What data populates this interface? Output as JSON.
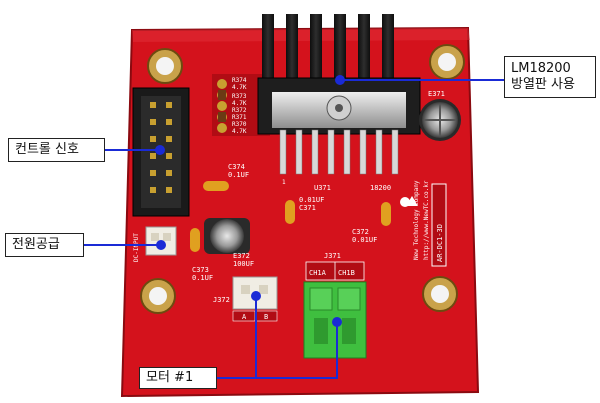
{
  "callouts": {
    "heatsink_line1": "LM18200",
    "heatsink_line2": "방열판 사용",
    "control_signal": "컨트롤 신호",
    "power_supply": "전원공급",
    "motor": "모터 #1"
  },
  "silkscreen": {
    "c374": "C374",
    "c374_val": "0.1UF",
    "c371": "C371",
    "c371_val": "0.01UF",
    "c372": "C372",
    "c372_val": "0.01UF",
    "e371": "E371",
    "e372": "E372",
    "e372_val": "100UF",
    "c373": "C373",
    "c373_val": "0.1UF",
    "u371": "U371",
    "u371_part": "18200",
    "pin1": "1",
    "j371": "J371",
    "j372": "J372",
    "ch1a": "CH1A",
    "ch1b": "CH1B",
    "pin_a": "A",
    "pin_b": "B",
    "dc_input": "DC-INPUT",
    "board_id": "AR-DC1-3D",
    "company": "New Technology Company",
    "website": "http://www.NewTC.co.kr",
    "r374": "R374",
    "r373": "R373",
    "r372": "R372",
    "r371": "R371",
    "r370": "R370",
    "res_val": "4.7K"
  },
  "colors": {
    "pcb": "#d4121c",
    "pcb_dark": "#b10c14",
    "heatsink": "#1b1b1b",
    "terminal": "#3fbf3f",
    "callout_line": "#1a2bd6"
  }
}
